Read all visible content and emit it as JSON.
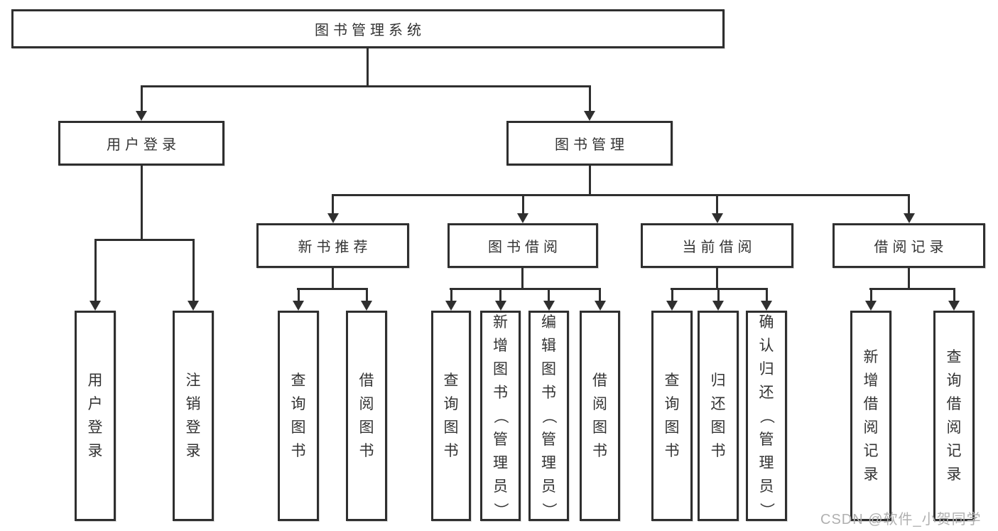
{
  "page": {
    "background": "#ffffff",
    "watermark": {
      "text": "CSDN @软件_小贺同学",
      "color": "#b0b0b0"
    }
  },
  "colors": {
    "line": "#2f2f2f",
    "border": "#2f2f2f",
    "text": "#333333"
  },
  "nodes": {
    "root": "图书管理系统",
    "userLogin": "用户登录",
    "bookManagement": "图书管理",
    "newBookRecommend": "新书推荐",
    "bookBorrowing": "图书借阅",
    "currentBorrowing": "当前借阅",
    "borrowingRecords": "借阅记录",
    "leafUserLogin": "用户登录",
    "leafLogout": "注销登录",
    "leafQueryBooksA": "查询图书",
    "leafBorrowBooksA": "借阅图书",
    "leafQueryBooksB": "查询图书",
    "leafAddBooksAdmin": "新增图书（管理员）",
    "leafEditBooksAdmin": "编辑图书（管理员）",
    "leafBorrowBooksB": "借阅图书",
    "leafQueryBooksC": "查询图书",
    "leafReturnBooks": "归还图书",
    "leafConfirmReturnAdmin": "确认归还（管理员）",
    "leafAddBorrowRecord": "新增借阅记录",
    "leafQueryBorrowRecord": "查询借阅记录"
  },
  "hierarchy": {
    "图书管理系统": {
      "用户登录": [
        "用户登录",
        "注销登录"
      ],
      "图书管理": {
        "新书推荐": [
          "查询图书",
          "借阅图书"
        ],
        "图书借阅": [
          "查询图书",
          "新增图书（管理员）",
          "编辑图书（管理员）",
          "借阅图书"
        ],
        "当前借阅": [
          "查询图书",
          "归还图书",
          "确认归还（管理员）"
        ],
        "借阅记录": [
          "新增借阅记录",
          "查询借阅记录"
        ]
      }
    }
  }
}
